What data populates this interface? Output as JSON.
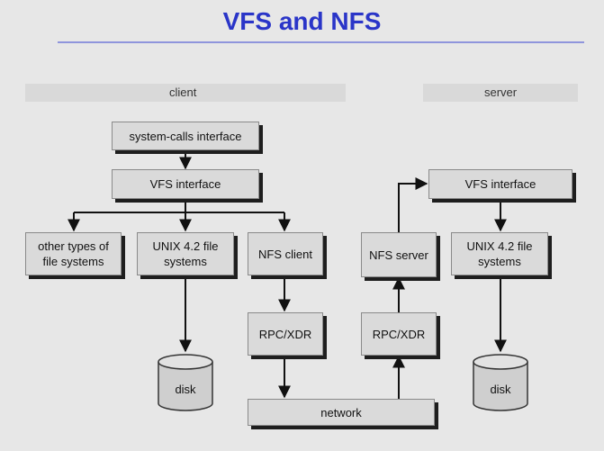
{
  "title": "VFS and NFS",
  "columns": {
    "client": "client",
    "server": "server"
  },
  "boxes": {
    "syscalls": "system-calls interface",
    "client_vfs": "VFS interface",
    "other_fs": "other types of\nfile systems",
    "client_unix": "UNIX 4.2 file\nsystems",
    "nfs_client": "NFS client",
    "client_rpc": "RPC/XDR",
    "network": "network",
    "server_rpc": "RPC/XDR",
    "nfs_server": "NFS server",
    "server_vfs": "VFS interface",
    "server_unix": "UNIX 4.2 file\nsystems"
  },
  "disks": {
    "client": "disk",
    "server": "disk"
  }
}
